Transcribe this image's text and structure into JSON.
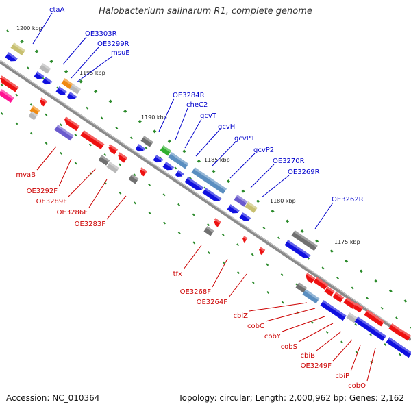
{
  "title": "Halobacterium salinarum R1, complete genome",
  "footer": {
    "accession": "Accession: NC_010364",
    "topology": "Topology: circular; Length: 2,000,962 bp; Genes: 2,162"
  },
  "colors": {
    "backbone": "#8a8a8a",
    "forward_label": "#0000cc",
    "reverse_label": "#cc0000",
    "tick": "#2a8a2a",
    "blue": "#1010e0",
    "red": "#ee1111",
    "gray": "#707070",
    "lightgray": "#b8b8b8",
    "olive": "#c8c070",
    "orange": "#f08a10",
    "green": "#30b030",
    "steel": "#5a8ec0",
    "purple": "#6a5acd",
    "pink": "#ff1493"
  },
  "scale_labels": [
    "1200 kbp",
    "1195 kbp",
    "1190 kbp",
    "1185 kbp",
    "1180 kbp",
    "1175 kbp"
  ],
  "forward_labels": [
    "ctaA",
    "OE3303R",
    "OE3299R",
    "msuE",
    "OE3284R",
    "cheC2",
    "gcvT",
    "gcvH",
    "gcvP1",
    "gcvP2",
    "OE3270R",
    "OE3269R",
    "OE3262R"
  ],
  "reverse_labels": [
    "mvaB",
    "OE3292F",
    "OE3289F",
    "OE3286F",
    "OE3283F",
    "tfx",
    "OE3268F",
    "OE3264F",
    "cbiZ",
    "cobC",
    "cobY",
    "cobS",
    "cbiB",
    "OE3249F",
    "cbiP",
    "cobO"
  ]
}
